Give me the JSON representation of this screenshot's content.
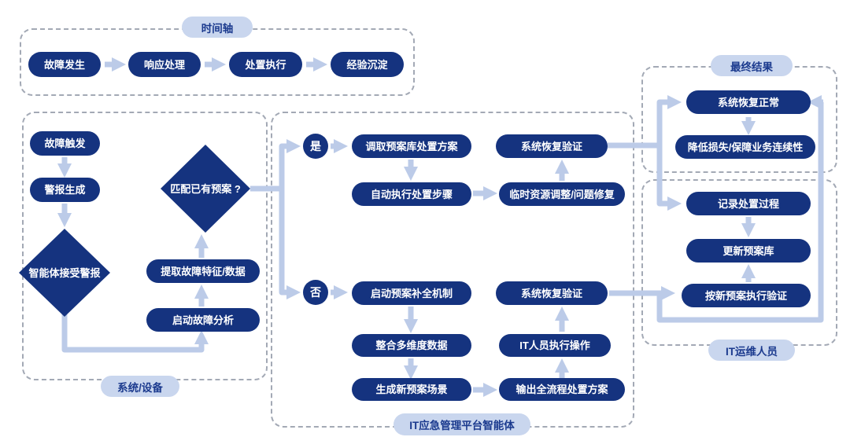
{
  "colors": {
    "canvas_bg": "#ffffff",
    "node_fill": "#15337f",
    "node_text": "#ffffff",
    "arrow": "#bccbe8",
    "label_fill": "#c9d6ee",
    "label_text": "#1b3a8e",
    "group_border": "#a3a9b5"
  },
  "groups": {
    "timeline": {
      "label": "时间轴"
    },
    "system_device": {
      "label": "系统/设备"
    },
    "platform": {
      "label": "IT应急管理平台智能体"
    },
    "final_result": {
      "label": "最终结果"
    },
    "it_ops": {
      "label": "IT运维人员"
    }
  },
  "nodes": {
    "fault_occurs": "故障发生",
    "response_handling": "响应处理",
    "disposal_execution": "处置执行",
    "experience_accumulation": "经验沉淀",
    "fault_trigger": "故障触发",
    "alert_generated": "警报生成",
    "agent_receives_alert": "智能体接受警报",
    "match_existing_plan": "匹配已有预案 ?",
    "extract_fault_features": "提取故障特征/数据",
    "start_fault_analysis": "启动故障分析",
    "yes": "是",
    "no": "否",
    "retrieve_plan": "调取预案库处置方案",
    "auto_execute_steps": "自动执行处置步骤",
    "temp_resource_adjust": "临时资源调整/问题修复",
    "recovery_verify_top": "系统恢复验证",
    "start_plan_completion": "启动预案补全机制",
    "integrate_data": "整合多维度数据",
    "generate_new_scenario": "生成新预案场景",
    "output_full_plan": "输出全流程处置方案",
    "it_staff_execute": "IT人员执行操作",
    "recovery_verify_bottom": "系统恢复验证",
    "system_restored": "系统恢复正常",
    "reduce_loss": "降低损失/保障业务连续性",
    "record_process": "记录处置过程",
    "update_plan_library": "更新预案库",
    "execute_verify_new_plan": "按新预案执行验证"
  }
}
